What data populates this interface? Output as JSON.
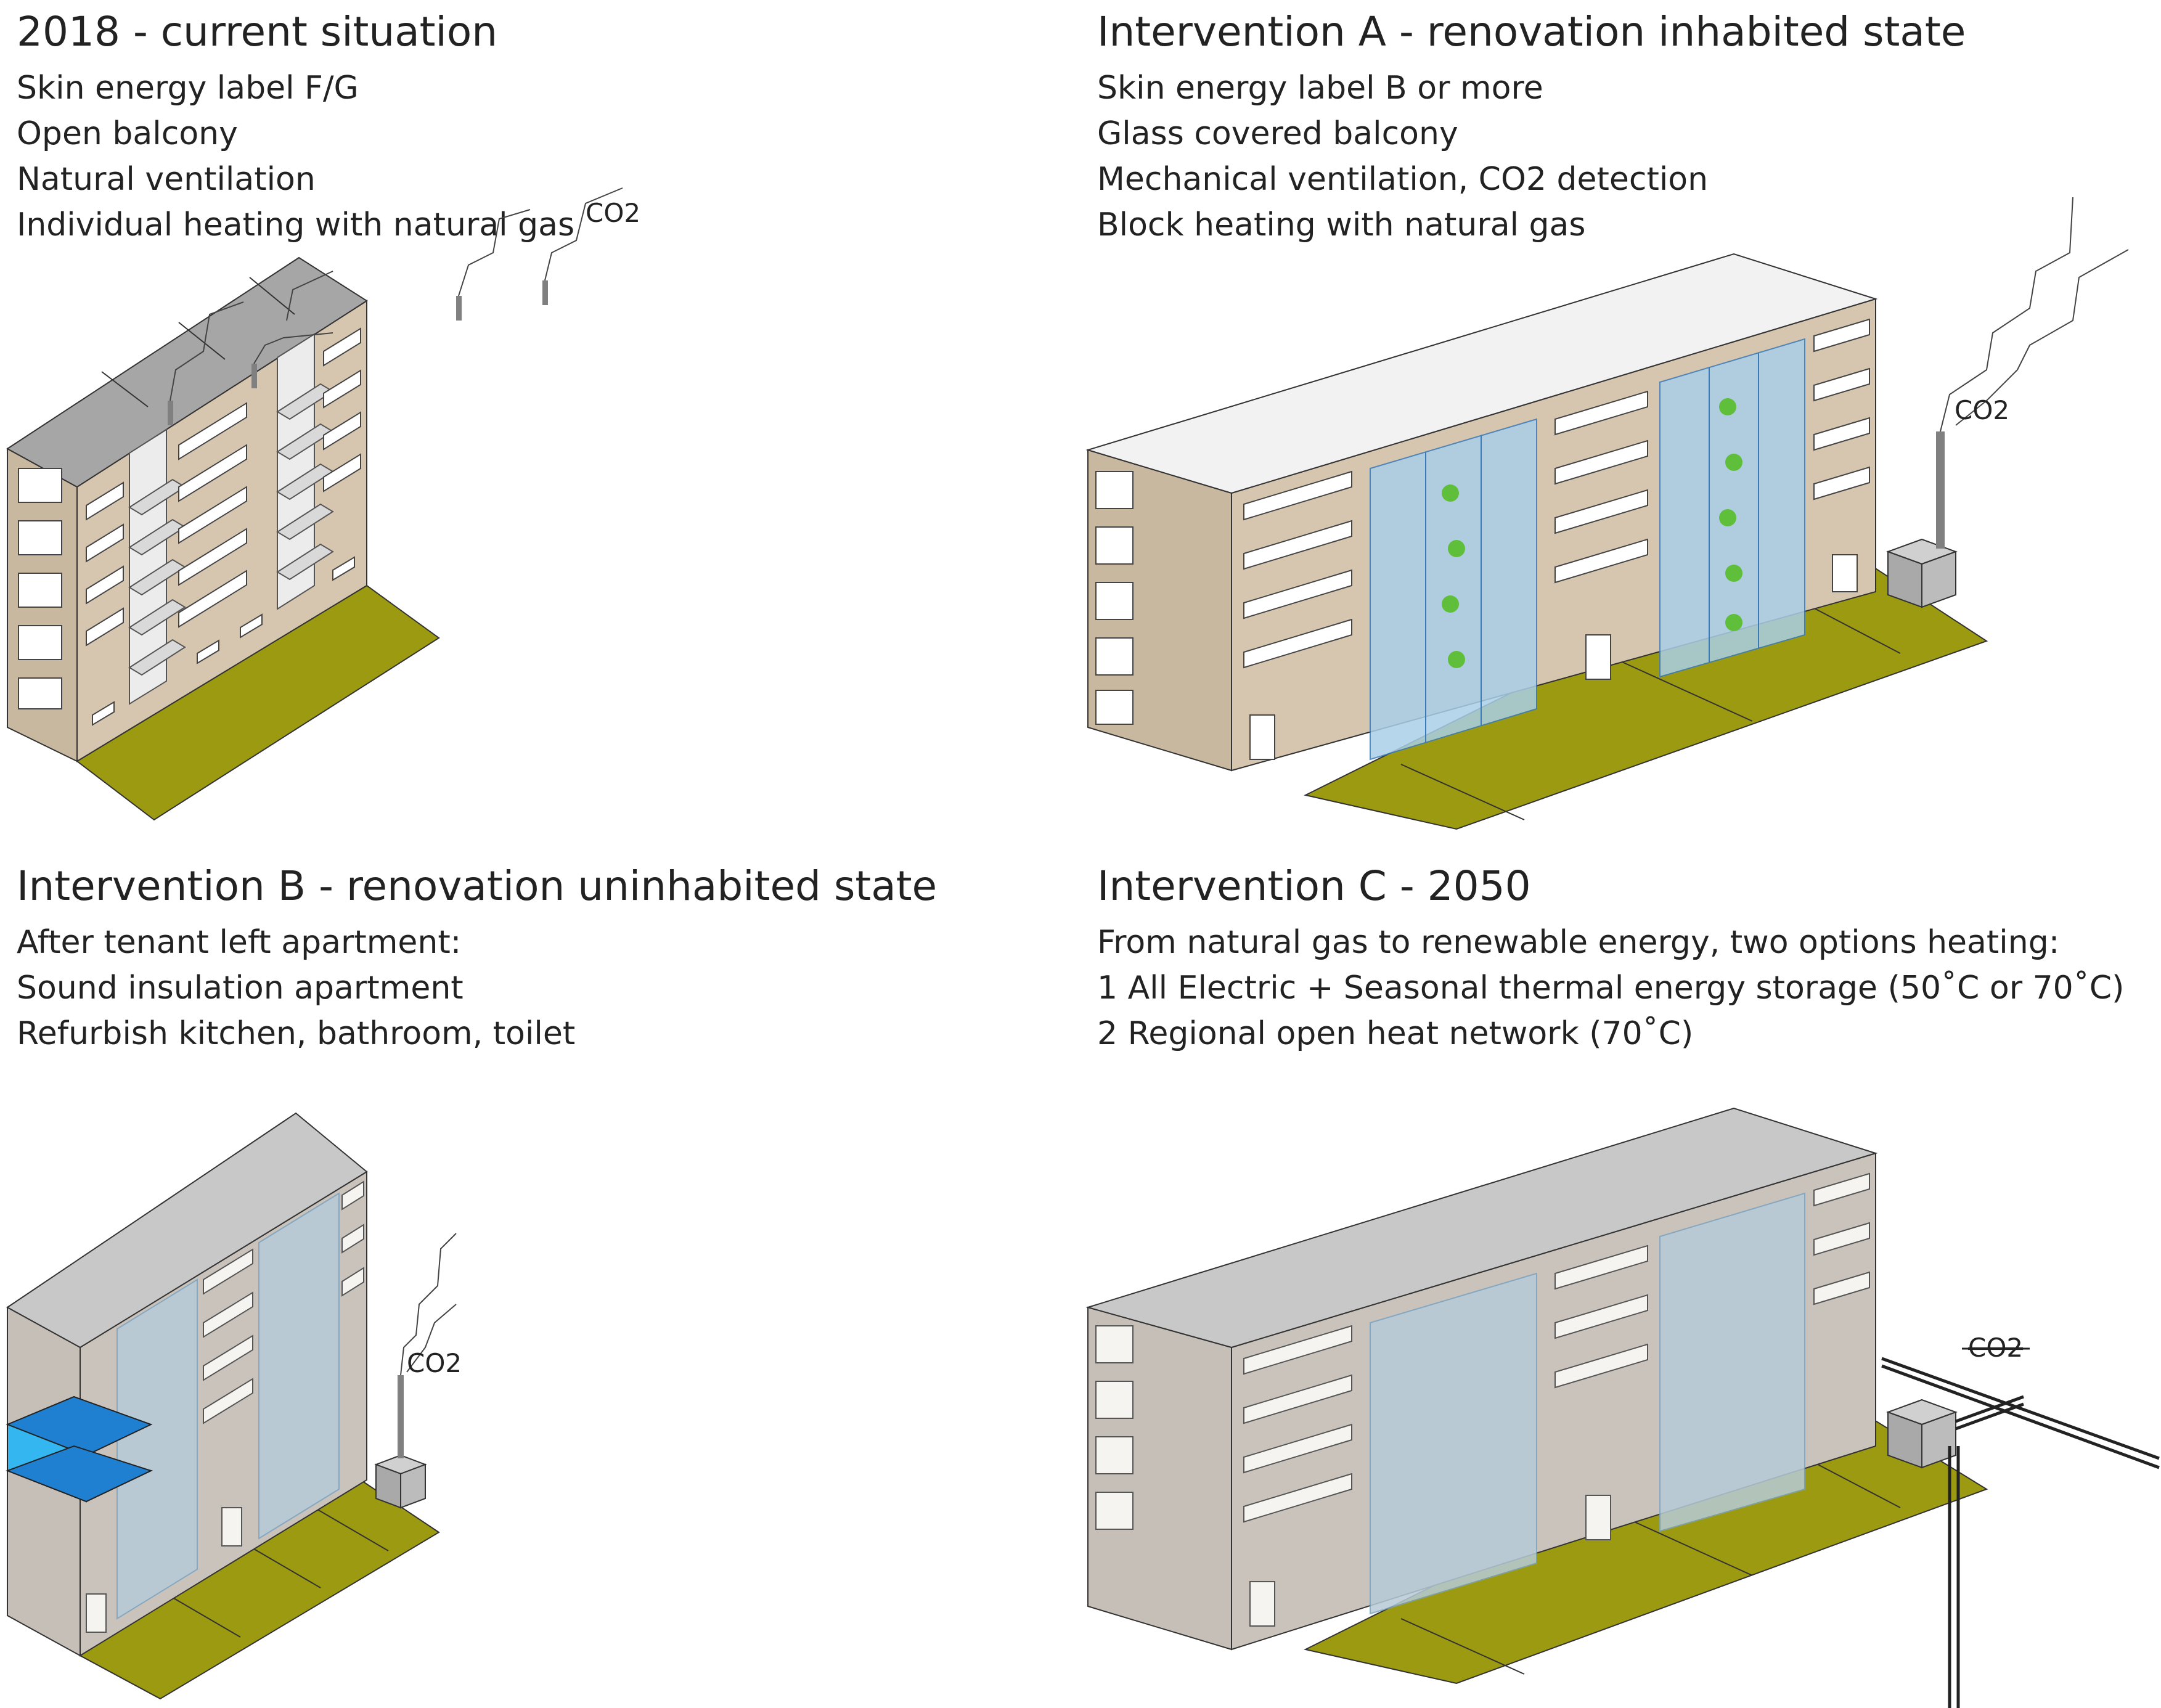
{
  "panels": [
    {
      "title": "2018 - current situation",
      "lines": [
        "Skin energy label F/G",
        "Open balcony",
        "Natural ventilation",
        "Individual heating with natural gas"
      ],
      "co2_label": "CO2"
    },
    {
      "title": "Intervention A - renovation inhabited state",
      "lines": [
        "Skin energy label B or more",
        "Glass covered balcony",
        "Mechanical ventilation, CO2 detection",
        "Block heating with natural gas"
      ],
      "co2_label": "CO2"
    },
    {
      "title": "Intervention B - renovation uninhabited state",
      "lines": [
        "After tenant left apartment:",
        "Sound insulation apartment",
        "Refurbish kitchen, bathroom, toilet"
      ],
      "co2_label": "CO2"
    },
    {
      "title": "Intervention C - 2050",
      "lines": [
        "From natural gas to renewable energy, two options heating:",
        "1  All Electric + Seasonal thermal energy storage (50˚C or 70˚C)",
        "2  Regional open heat network (70˚C)"
      ],
      "co2_label": "CO2"
    }
  ],
  "colors": {
    "facade": "#d6c6b0",
    "facade_grey": "#c9c3bc",
    "side_wall": "#c9b8a0",
    "roof_dark": "#a6a6a6",
    "roof_light": "#f2f2f2",
    "roof_grey": "#c8c8c8",
    "lawn": "#9c9a10",
    "glass": "#a9cfe8",
    "apartment_blue": "#1f7fd0",
    "apartment_cyan": "#34b7f0",
    "chimney": "#808080",
    "unit_box": "#b5b5b5"
  }
}
